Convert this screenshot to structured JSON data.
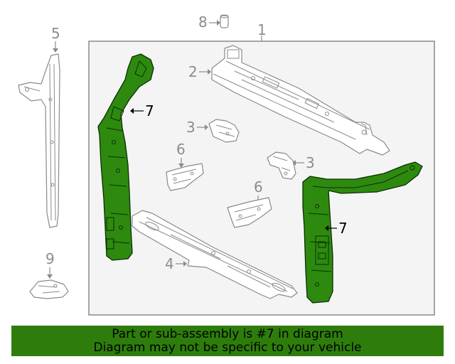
{
  "diagram": {
    "callouts": {
      "c1": "1",
      "c2": "2",
      "c3a": "3",
      "c3b": "3",
      "c4": "4",
      "c5": "5",
      "c6a": "6",
      "c6b": "6",
      "c7a": "7",
      "c7b": "7",
      "c8": "8",
      "c9": "9"
    },
    "highlight_color": "#2d8a0f"
  },
  "banner": {
    "line1": "Part or sub-assembly is #7 in diagram",
    "line2": "Diagram may not be specific to your vehicle",
    "background": "#2e7d0c"
  }
}
